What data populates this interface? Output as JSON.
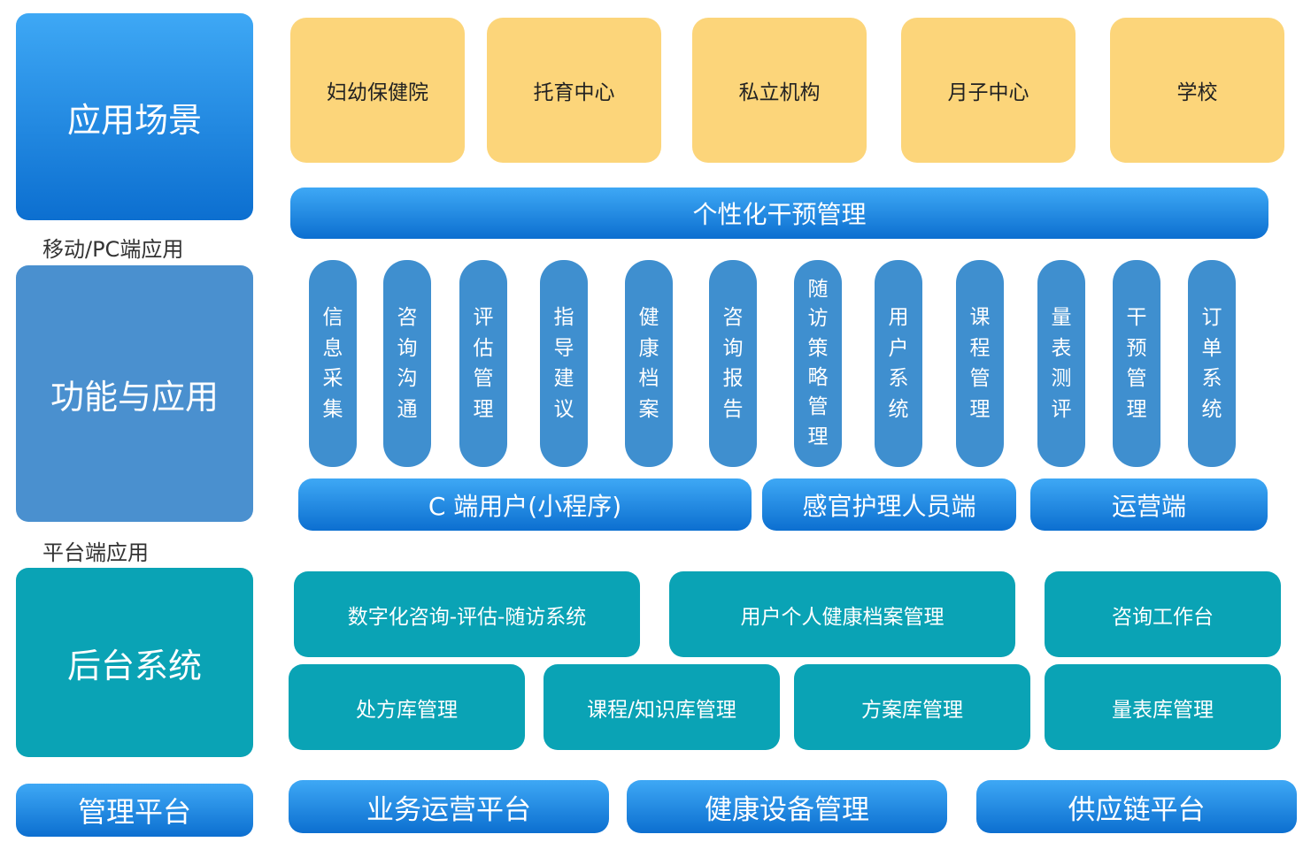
{
  "left": {
    "scenes_label": "应用场景",
    "mobile_caption": "移动/PC端应用",
    "functions_label": "功能与应用",
    "platform_caption": "平台端应用",
    "backend_label": "后台系统",
    "management_label": "管理平台"
  },
  "scenes": [
    "妇幼保健院",
    "托育中心",
    "私立机构",
    "月子中心",
    "学校"
  ],
  "personalized_bar": "个性化干预管理",
  "functions": [
    [
      "信",
      "息",
      "采",
      "集"
    ],
    [
      "咨",
      "询",
      "沟",
      "通"
    ],
    [
      "评",
      "估",
      "管",
      "理"
    ],
    [
      "指",
      "导",
      "建",
      "议"
    ],
    [
      "健",
      "康",
      "档",
      "案"
    ],
    [
      "咨",
      "询",
      "报",
      "告"
    ],
    [
      "随",
      "访",
      "策",
      "略",
      "管",
      "理"
    ],
    [
      "用",
      "户",
      "系",
      "统"
    ],
    [
      "课",
      "程",
      "管",
      "理"
    ],
    [
      "量",
      "表",
      "测",
      "评"
    ],
    [
      "干",
      "预",
      "管",
      "理"
    ],
    [
      "订",
      "单",
      "系",
      "统"
    ]
  ],
  "endpoints": [
    "C 端用户(小程序)",
    "感官护理人员端",
    "运营端"
  ],
  "backend_row1": [
    "数字化咨询-评估-随访系统",
    "用户个人健康档案管理",
    "咨询工作台"
  ],
  "backend_row2": [
    "处方库管理",
    "课程/知识库管理",
    "方案库管理",
    "量表库管理"
  ],
  "management": [
    "业务运营平台",
    "健康设备管理",
    "供应链平台"
  ],
  "colors": {
    "blue_top": "#3ea8f5",
    "blue_bottom": "#0c6fd0",
    "mid_blue": "#4a90cf",
    "pill_blue": "#3f8fcf",
    "teal": "#0aa3b5",
    "yellow": "#fcd57a"
  }
}
